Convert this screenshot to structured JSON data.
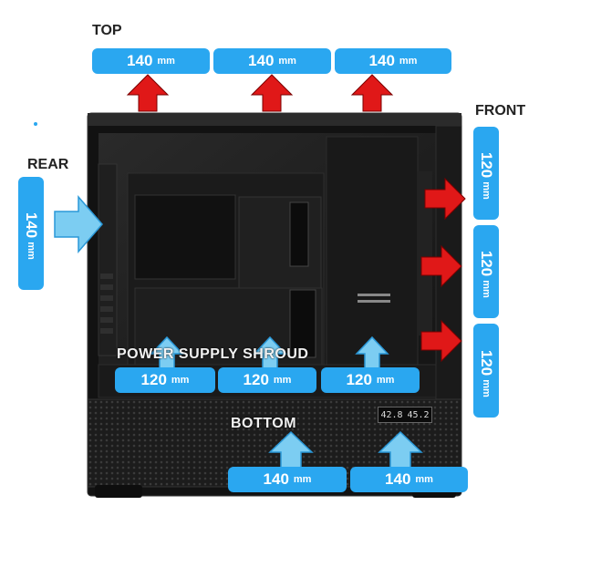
{
  "labels": {
    "top": "TOP",
    "front": "FRONT",
    "rear": "REAR",
    "psu_shroud": "POWER SUPPLY SHROUD",
    "bottom": "BOTTOM"
  },
  "fans": {
    "top": [
      {
        "size": "140",
        "unit": "mm"
      },
      {
        "size": "140",
        "unit": "mm"
      },
      {
        "size": "140",
        "unit": "mm"
      }
    ],
    "front": [
      {
        "size": "120",
        "unit": "mm"
      },
      {
        "size": "120",
        "unit": "mm"
      },
      {
        "size": "120",
        "unit": "mm"
      }
    ],
    "rear": {
      "size": "140",
      "unit": "mm"
    },
    "psu_shroud": [
      {
        "size": "120",
        "unit": "mm"
      },
      {
        "size": "120",
        "unit": "mm"
      },
      {
        "size": "120",
        "unit": "mm"
      }
    ],
    "bottom": [
      {
        "size": "140",
        "unit": "mm"
      },
      {
        "size": "140",
        "unit": "mm"
      }
    ]
  },
  "temperature_display": {
    "left": "42.8",
    "right": "45.2"
  },
  "colors": {
    "pill": "#2aa7f0",
    "exhaust_arrow": "#e01818",
    "intake_arrow": "#7ccdf2",
    "case_body": "#1a1a1a"
  }
}
